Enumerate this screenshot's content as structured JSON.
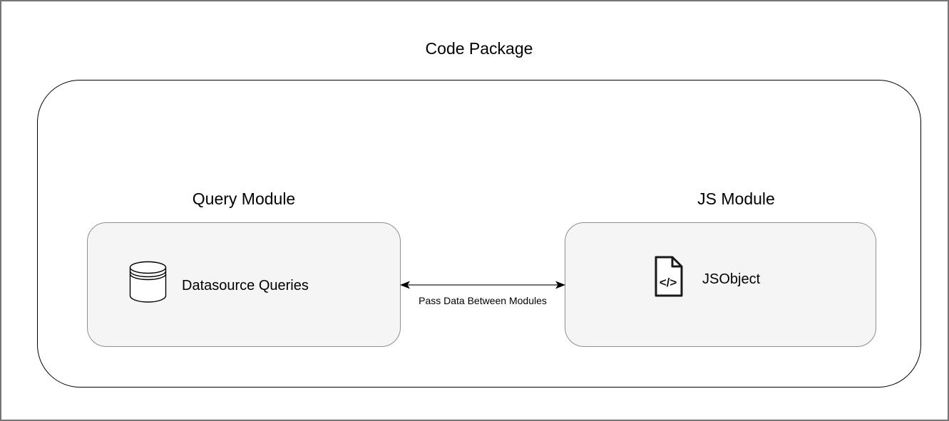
{
  "diagram": {
    "title": "Code Package",
    "modules": [
      {
        "label": "Query Module",
        "node_label": "Datasource Queries",
        "icon": "database-icon"
      },
      {
        "label": "JS Module",
        "node_label": "JSObject",
        "icon": "code-file-icon",
        "icon_glyph": "</>"
      }
    ],
    "connector": {
      "label": "Pass Data Between Modules",
      "direction": "bidirectional"
    },
    "colors": {
      "node_fill": "#f5f5f5",
      "node_stroke": "#8f8f8f",
      "container_stroke": "#000000",
      "frame_border": "#767676",
      "connector_line": "#737373",
      "arrowhead": "#000000",
      "text": "#000000"
    }
  }
}
